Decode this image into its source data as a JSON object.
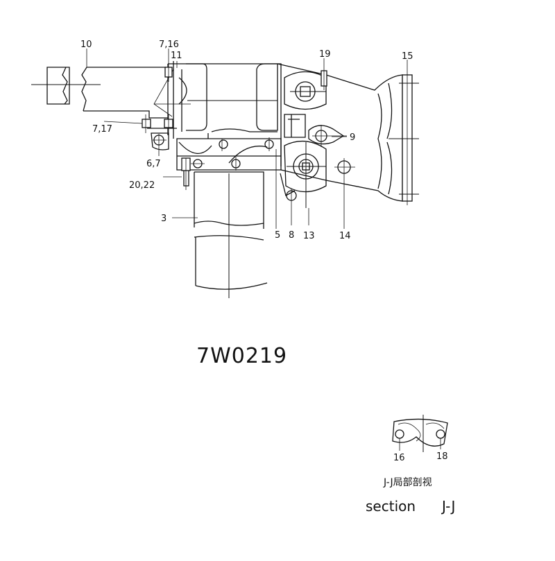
{
  "drawing": {
    "part_number": "7W0219",
    "callouts": {
      "c10": "10",
      "c716": "7,16",
      "c11": "11",
      "c19": "19",
      "c15": "15",
      "c717": "7,17",
      "c9": "9",
      "c67": "6,7",
      "c2022": "20,22",
      "c3": "3",
      "c5": "5",
      "c8": "8",
      "c13": "13",
      "c14": "14"
    },
    "section": {
      "callout_16": "16",
      "callout_18": "18",
      "label_cn": "J-J局部剖视",
      "label_en": "section",
      "label_id": "J-J"
    }
  }
}
